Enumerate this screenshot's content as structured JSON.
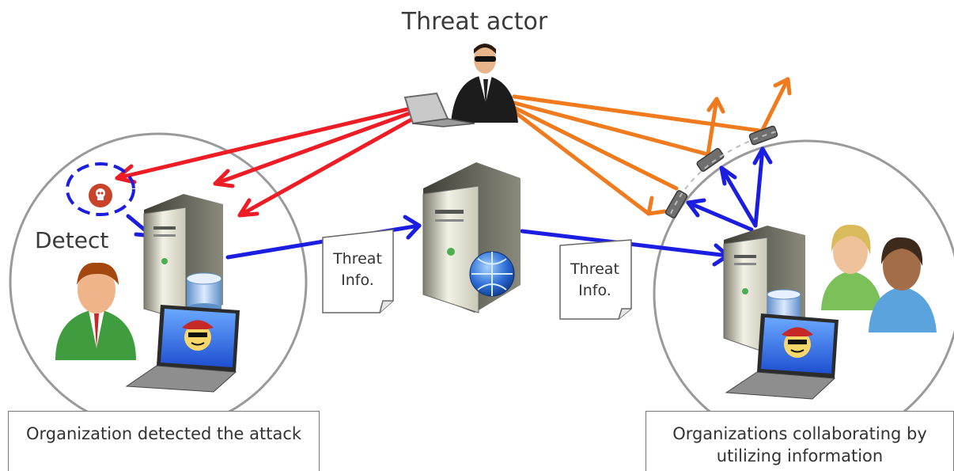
{
  "title": "Threat actor",
  "detect_label": "Detect",
  "doc_left": {
    "line1": "Threat",
    "line2": "Info."
  },
  "doc_right": {
    "line1": "Threat",
    "line2": "Info."
  },
  "caption_left": "Organization detected the attack",
  "caption_right": "Organizations collaborating by utilizing information",
  "colors": {
    "attack_arrow": "#ee1c24",
    "blocked_arrow": "#f07b1f",
    "share_arrow": "#1b1ee0",
    "circle": "#999999"
  },
  "icons": [
    "threat-actor-icon",
    "laptop-icon",
    "malware-skull-icon",
    "server-icon",
    "database-icon",
    "web-server-icon",
    "globe-icon",
    "document-icon",
    "employee-icon",
    "hacker-screen-icon",
    "people-icon",
    "shield-segment-icon"
  ]
}
